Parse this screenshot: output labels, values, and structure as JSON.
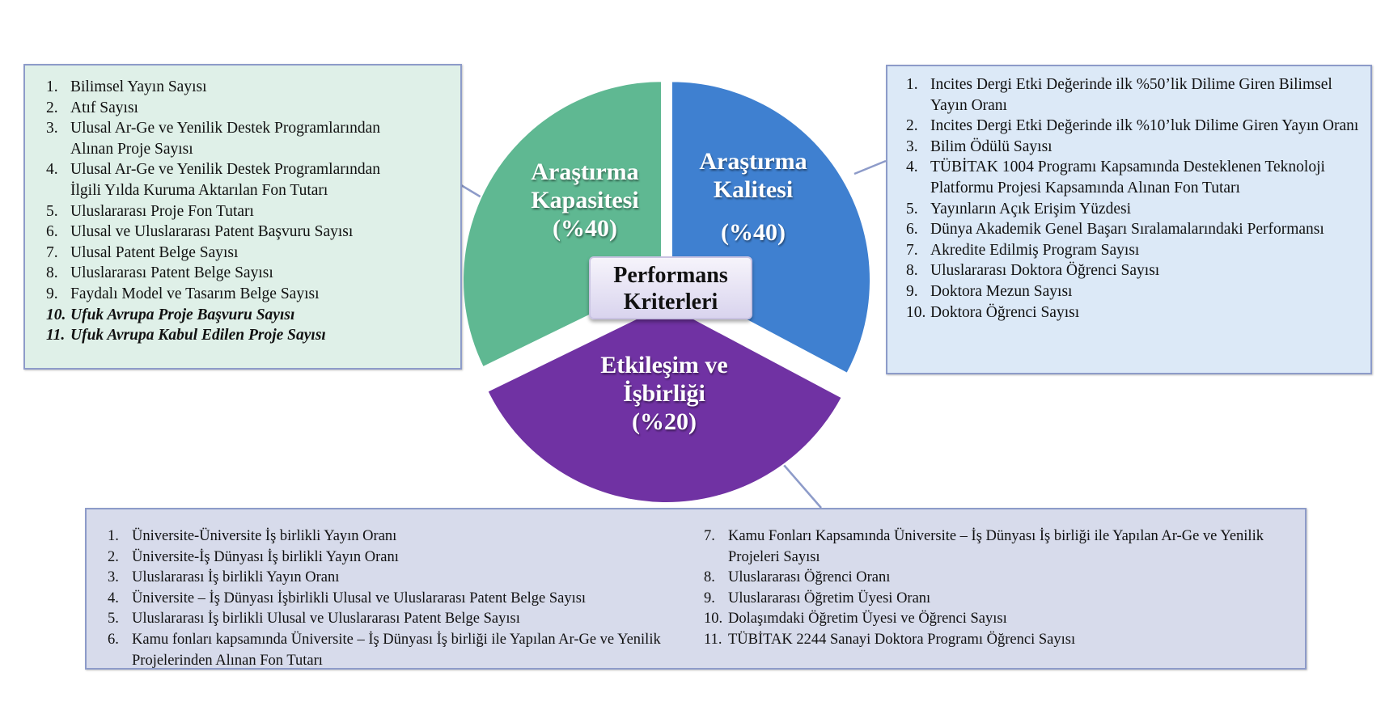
{
  "center_label": {
    "line1": "Performans",
    "line2": "Kriterleri"
  },
  "colors": {
    "capacity": "#5fb892",
    "quality": "#3f80d0",
    "interaction": "#7032a3"
  },
  "segments": {
    "capacity": {
      "line1": "Araştırma",
      "line2": "Kapasitesi",
      "weight": "(%40)"
    },
    "quality": {
      "line1": "Araştırma",
      "line2": "Kalitesi",
      "weight": "(%40)"
    },
    "interaction": {
      "line1": "Etkileşim ve",
      "line2": "İşbirliği",
      "weight": "(%20)"
    }
  },
  "capacity_list": [
    {
      "num": "1.",
      "text": "Bilimsel Yayın Sayısı"
    },
    {
      "num": "2.",
      "text": "Atıf Sayısı"
    },
    {
      "num": "3.",
      "text": "Ulusal Ar-Ge ve Yenilik  Destek Programlarından Alınan Proje Sayısı"
    },
    {
      "num": "4.",
      "text": "Ulusal Ar-Ge ve Yenilik  Destek Programlarından İlgili Yılda Kuruma Aktarılan Fon Tutarı"
    },
    {
      "num": "5.",
      "text": "Uluslararası Proje Fon Tutarı"
    },
    {
      "num": "6.",
      "text": "Ulusal ve Uluslararası Patent Başvuru Sayısı"
    },
    {
      "num": "7.",
      "text": "Ulusal Patent Belge Sayısı"
    },
    {
      "num": "8.",
      "text": "Uluslararası Patent Belge Sayısı"
    },
    {
      "num": "9.",
      "text": "Faydalı Model ve Tasarım Belge Sayısı"
    },
    {
      "num": "10.",
      "text": "Ufuk Avrupa Proje Başvuru Sayısı"
    },
    {
      "num": "11.",
      "text": "Ufuk Avrupa Kabul Edilen Proje Sayısı"
    }
  ],
  "quality_list": [
    {
      "num": "1.",
      "text": "Incites Dergi Etki Değerinde ilk %50’lik Dilime Giren Bilimsel Yayın Oranı"
    },
    {
      "num": "2.",
      "text": "Incites Dergi Etki Değerinde ilk %10’luk  Dilime Giren Yayın Oranı"
    },
    {
      "num": "3.",
      "text": "Bilim Ödülü Sayısı"
    },
    {
      "num": "4.",
      "text": "TÜBİTAK 1004 Programı Kapsamında Desteklenen Teknoloji  Platformu Projesi Kapsamında Alınan Fon Tutarı"
    },
    {
      "num": "5.",
      "text": "Yayınların Açık Erişim Yüzdesi"
    },
    {
      "num": "6.",
      "text": "Dünya Akademik Genel Başarı Sıralamalarındaki Performansı"
    },
    {
      "num": "7.",
      "text": "Akredite Edilmiş Program Sayısı"
    },
    {
      "num": "8.",
      "text": "Uluslararası Doktora Öğrenci Sayısı"
    },
    {
      "num": "9.",
      "text": "Doktora Mezun Sayısı"
    },
    {
      "num": "10.",
      "text": "Doktora Öğrenci Sayısı"
    }
  ],
  "interaction_list": [
    {
      "num": "1.",
      "text": "Üniversite-Üniversite İş birlikli Yayın Oranı"
    },
    {
      "num": "2.",
      "text": "Üniversite-İş Dünyası İş birlikli Yayın Oranı"
    },
    {
      "num": "3.",
      "text": "Uluslararası İş birlikli Yayın Oranı"
    },
    {
      "num": "4.",
      "text": "Üniversite – İş Dünyası İşbirlikli Ulusal ve Uluslararası Patent Belge Sayısı"
    },
    {
      "num": "5.",
      "text": "Uluslararası İş birlikli Ulusal ve Uluslararası Patent Belge Sayısı"
    },
    {
      "num": "6.",
      "text": "Kamu fonları kapsamında Üniversite – İş Dünyası İş birliği ile Yapılan Ar-Ge ve Yenilik Projelerinden Alınan Fon Tutarı"
    },
    {
      "num": "7.",
      "text": "Kamu Fonları Kapsamında Üniversite – İş Dünyası İş birliği ile Yapılan Ar-Ge ve Yenilik Projeleri Sayısı"
    },
    {
      "num": "8.",
      "text": "Uluslararası Öğrenci Oranı"
    },
    {
      "num": "9.",
      "text": "Uluslararası Öğretim Üyesi Oranı"
    },
    {
      "num": "10.",
      "text": "Dolaşımdaki Öğretim Üyesi ve Öğrenci Sayısı"
    },
    {
      "num": "11.",
      "text": "TÜBİTAK 2244 Sanayi Doktora Programı Öğrenci Sayısı"
    }
  ]
}
